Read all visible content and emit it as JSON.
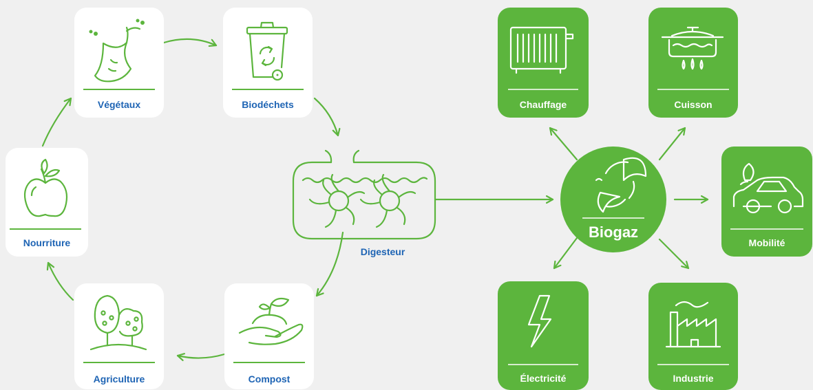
{
  "colors": {
    "green": "#5cb53d",
    "blue_text": "#1e64b4",
    "background": "#f0f0f0",
    "card": "#ffffff"
  },
  "cycle": {
    "vegetaux": {
      "label": "Végétaux",
      "icon": "apple-core-icon"
    },
    "biodechets": {
      "label": "Biodéchets",
      "icon": "compost-bin-icon"
    },
    "digesteur": {
      "label": "Digesteur",
      "icon": "digester-tank-icon"
    },
    "compost": {
      "label": "Compost",
      "icon": "hand-sprout-icon"
    },
    "agriculture": {
      "label": "Agriculture",
      "icon": "trees-icon"
    },
    "nourriture": {
      "label": "Nourriture",
      "icon": "apple-icon"
    }
  },
  "biogaz": {
    "label": "Biogaz",
    "icon": "recycle-leaves-icon"
  },
  "uses": {
    "chauffage": {
      "label": "Chauffage",
      "icon": "radiator-icon"
    },
    "cuisson": {
      "label": "Cuisson",
      "icon": "cooking-pot-icon"
    },
    "mobilite": {
      "label": "Mobilité",
      "icon": "car-leaf-icon"
    },
    "electricite": {
      "label": "Électricité",
      "icon": "lightning-icon"
    },
    "industrie": {
      "label": "Industrie",
      "icon": "factory-icon"
    }
  }
}
